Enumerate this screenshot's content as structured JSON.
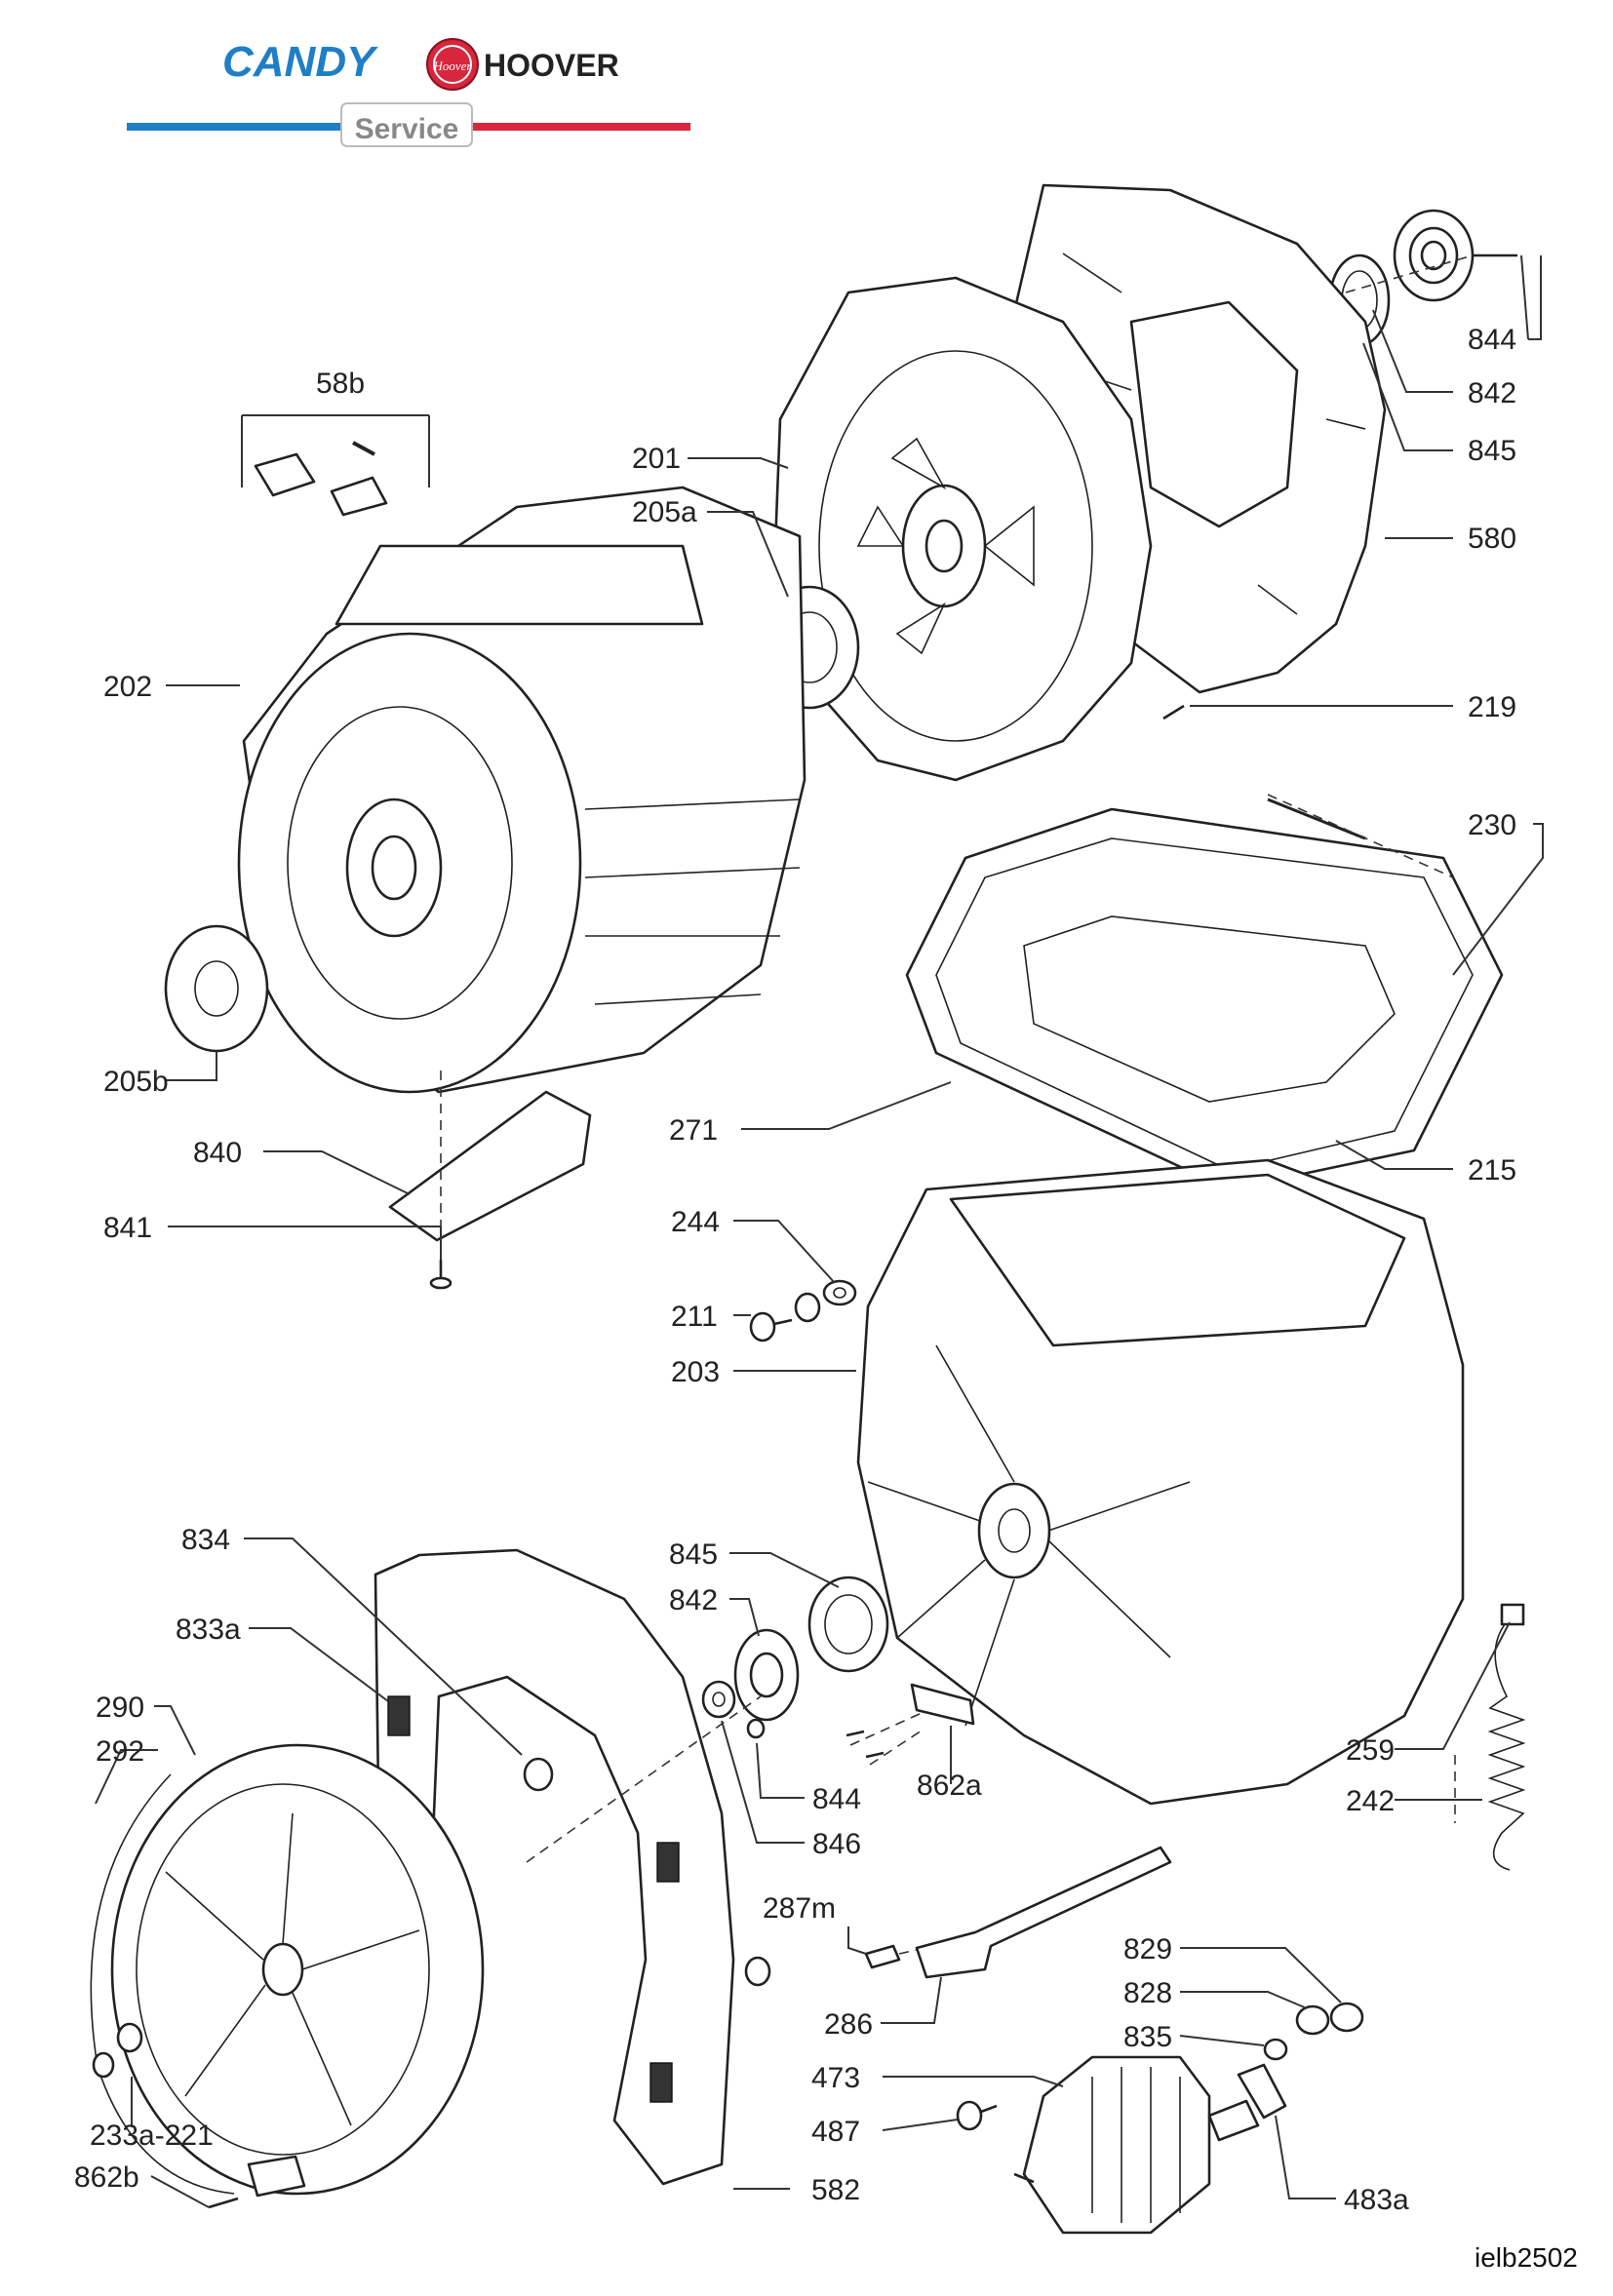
{
  "header": {
    "brand_primary": "CANDY",
    "brand_secondary": "HOOVER",
    "hoover_badge_text": "Hoover",
    "service_label": "Service",
    "colors": {
      "candy_blue": "#1e7fc6",
      "hoover_red": "#d7263d",
      "service_gray": "#888888"
    }
  },
  "diagram": {
    "document_code": "ielb2502",
    "labels": {
      "58b": "58b",
      "844_top": "844",
      "842_top": "842",
      "845_top": "845",
      "201": "201",
      "205a": "205a",
      "580": "580",
      "202": "202",
      "219": "219",
      "230": "230",
      "205b": "205b",
      "271": "271",
      "215": "215",
      "840": "840",
      "841": "841",
      "244": "244",
      "211": "211",
      "203": "203",
      "834": "834",
      "845_mid": "845",
      "842_mid": "842",
      "833a": "833a",
      "290": "290",
      "292": "292",
      "844_mid": "844",
      "862a": "862a",
      "259": "259",
      "242": "242",
      "846": "846",
      "287m": "287m",
      "829": "829",
      "828": "828",
      "286": "286",
      "835": "835",
      "473": "473",
      "487": "487",
      "233a_221": "233a-221",
      "862b": "862b",
      "582": "582",
      "483a": "483a"
    }
  }
}
